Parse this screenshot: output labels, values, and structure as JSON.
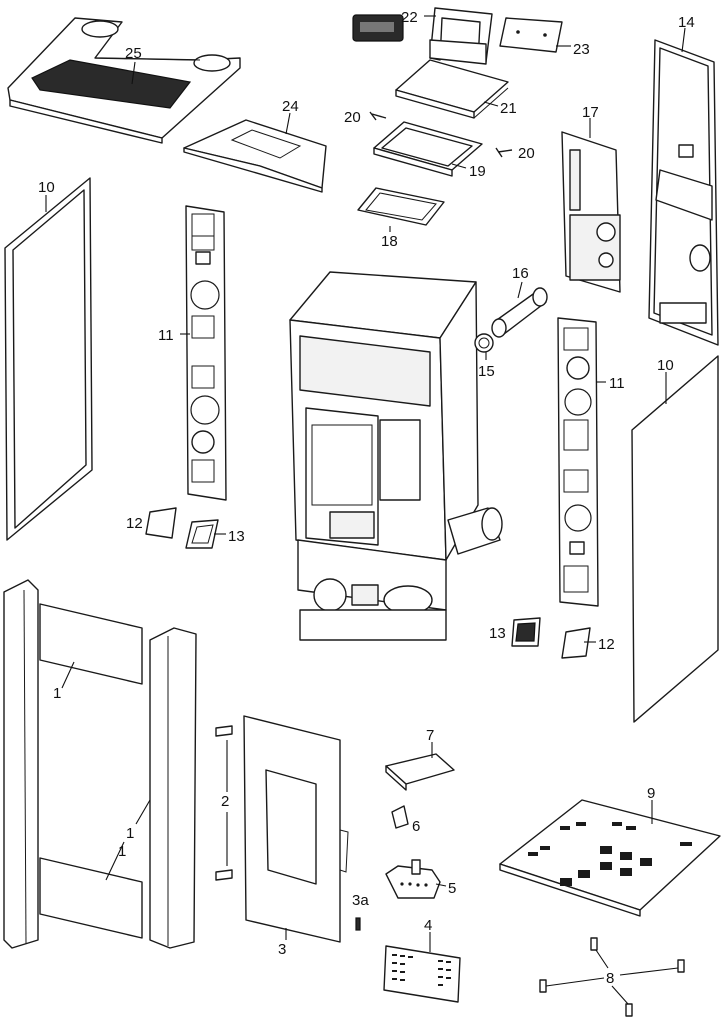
{
  "callouts": {
    "c1a": "1",
    "c1b": "1",
    "c1c": "1",
    "c2": "2",
    "c3": "3",
    "c3a": "3a",
    "c4": "4",
    "c5": "5",
    "c6": "6",
    "c7": "7",
    "c8": "8",
    "c9": "9",
    "c10a": "10",
    "c10b": "10",
    "c11a": "11",
    "c11b": "11",
    "c12a": "12",
    "c12b": "12",
    "c13a": "13",
    "c13b": "13",
    "c14": "14",
    "c15": "15",
    "c16": "16",
    "c17": "17",
    "c18": "18",
    "c19": "19",
    "c20a": "20",
    "c20b": "20",
    "c21": "21",
    "c22": "22",
    "c23": "23",
    "c24": "24",
    "c25": "25"
  },
  "colors": {
    "line": "#1a1a1a",
    "background": "#ffffff",
    "shade": "#f2f2f2"
  }
}
